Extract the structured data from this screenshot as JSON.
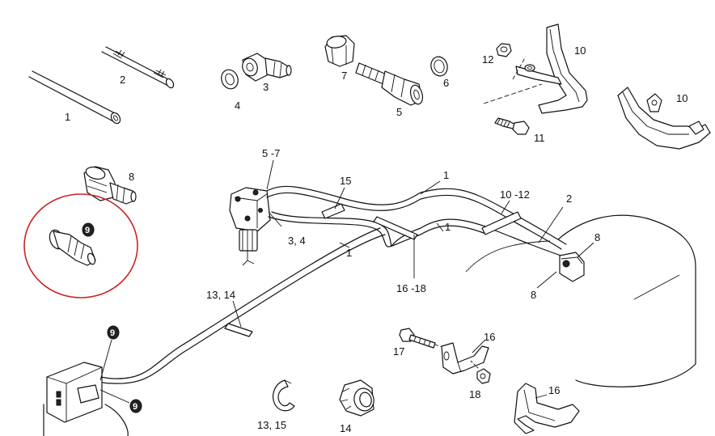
{
  "diagram": {
    "highlight_color": "#cc2222",
    "labels": {
      "p1": "1",
      "p2": "2",
      "p3": "3",
      "p4": "4",
      "p5": "5",
      "p6": "6",
      "p7": "7",
      "p8": "8",
      "p10a": "10",
      "p10b": "10",
      "p11": "11",
      "p12": "12",
      "a57": "5 -7",
      "a15": "15",
      "a1top": "1",
      "a1mid": "1",
      "a1left": "1",
      "a1012": "10 -12",
      "a2": "2",
      "a8r1": "8",
      "a8r2": "8",
      "a34": "3, 4",
      "a1618": "16 -18",
      "a1314": "13, 14",
      "a16a": "16",
      "a17": "17",
      "a18": "18",
      "a16b": "16",
      "a1315": "13, 15",
      "a14": "14",
      "badge_circle": "9",
      "badge_top": "9",
      "badge_bottom": "9"
    }
  }
}
